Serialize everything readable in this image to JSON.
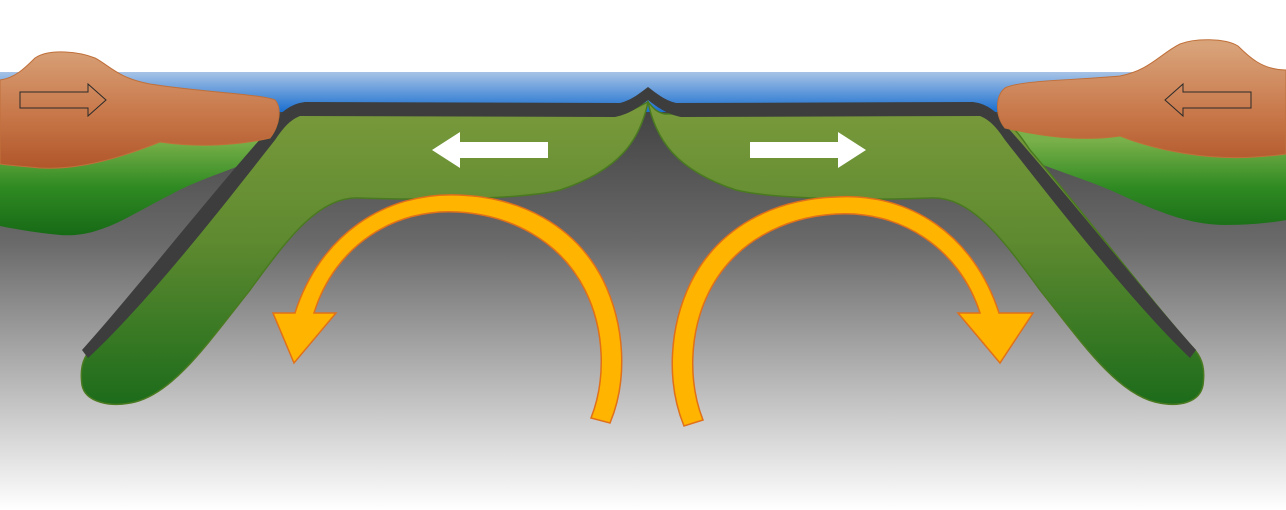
{
  "diagram": {
    "topic": "divergent-plate-boundary",
    "colors": {
      "background": "#ffffff",
      "ocean_top": "#a7c3e6",
      "ocean_bottom": "#1a6fcf",
      "mantle_top": "#404040",
      "mantle_bottom": "#ffffff",
      "lithosphere_light": "#7a9a3c",
      "lithosphere_dark": "#1a6b1a",
      "oceanic_crust": "#3d3d3d",
      "continent_light": "#d9a37a",
      "continent_dark": "#b0552a",
      "convection_arrow": "#ffb400",
      "convection_outline": "#e0701a",
      "motion_arrow": "#ffffff"
    },
    "arrows": [
      {
        "name": "plate-motion-arrow-left",
        "direction": "left"
      },
      {
        "name": "plate-motion-arrow-right",
        "direction": "right"
      },
      {
        "name": "continent-motion-arrow-left",
        "direction": "right"
      },
      {
        "name": "continent-motion-arrow-right",
        "direction": "left"
      },
      {
        "name": "convection-current-left",
        "rotation": "counter-clockwise"
      },
      {
        "name": "convection-current-right",
        "rotation": "clockwise"
      }
    ]
  }
}
